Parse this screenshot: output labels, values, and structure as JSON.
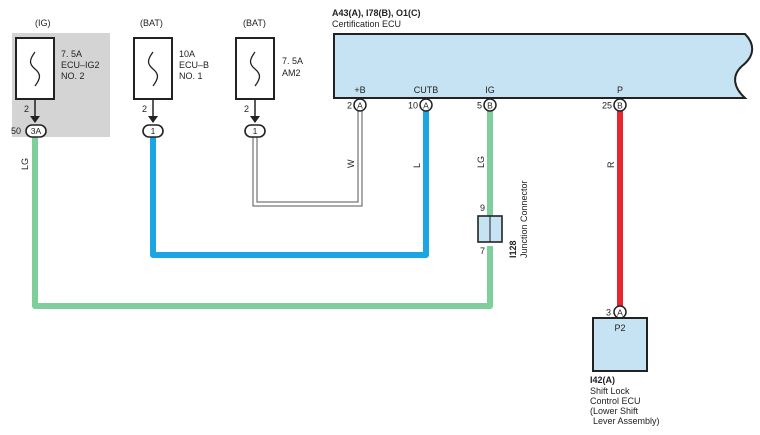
{
  "fuses": [
    {
      "source": "(IG)",
      "rating": "7. 5A",
      "name1": "ECU–IG2",
      "name2": "NO. 2",
      "pin": "2",
      "conn_pin": "50",
      "conn_label": "3A"
    },
    {
      "source": "(BAT)",
      "rating": "10A",
      "name1": "ECU–B",
      "name2": "NO. 1",
      "pin": "2",
      "conn_label": "1"
    },
    {
      "source": "(BAT)",
      "rating": "7. 5A",
      "name1": "AM2",
      "pin": "2",
      "conn_label": "1"
    }
  ],
  "ecu": {
    "code": "A43(A), I78(B), O1(C)",
    "name": "Certification ECU",
    "pins": [
      {
        "num": "2",
        "name": "+B",
        "conn": "A"
      },
      {
        "num": "10",
        "name": "CUTB",
        "conn": "A"
      },
      {
        "num": "5",
        "name": "IG",
        "conn": "B"
      },
      {
        "num": "25",
        "name": "P",
        "conn": "B"
      }
    ]
  },
  "wires": {
    "w1": "LG",
    "w2": "W",
    "w3": "L",
    "w4": "LG",
    "w5": "R"
  },
  "wire_colors": {
    "LG": "#7fcf9d",
    "L": "#1aa6e5",
    "R": "#e8262f",
    "W": "#ffffff"
  },
  "junction": {
    "code": "I128",
    "name": "Junction Connector",
    "pin_top": "9",
    "pin_bottom": "7"
  },
  "shift_lock": {
    "code": "I42(A)",
    "pin": "3",
    "conn": "A",
    "term": "P2",
    "line1": "Shift Lock",
    "line2": "Control ECU",
    "line3": "(Lower Shift",
    "line4": "Lever Assembly)"
  },
  "colors": {
    "component_fill": "#c5e3f2",
    "ig_box": "#d4d4d4"
  }
}
